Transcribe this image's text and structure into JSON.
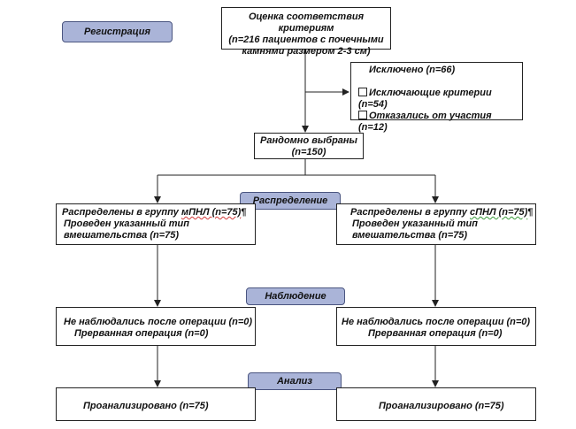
{
  "labels": {
    "registration": "Регистрация",
    "allocation": "Распределение",
    "follow_up": "Наблюдение",
    "analysis": "Анализ"
  },
  "screening": {
    "line1": "Оценка соответствия критериям",
    "line2": "(n=216 пациентов с почечными",
    "line3": "камнями размером 2-3 см)"
  },
  "excluded": {
    "title": "Исключено (n=66)",
    "item1": "Исключающие критерии (n=54)",
    "item2": "Отказались от участия (n=12)"
  },
  "randomized": {
    "line1": "Рандомно выбраны",
    "line2": "(n=150)"
  },
  "left_arm": {
    "alloc_prefix": "Распределены в группу ",
    "group": "мПНЛ (n=75)",
    "alloc_suffix": "¶",
    "line2": "Проведен указанный тип",
    "line3": "вмешательства (n=75)",
    "lost": "Не наблюдались после операции (n=0)",
    "discontinued": "Прерванная операция (n=0)",
    "analysed": "Проанализировано (n=75)"
  },
  "right_arm": {
    "alloc_prefix": "Распределены в группу ",
    "group": "сПНЛ (n=75)",
    "alloc_suffix": "¶",
    "line2": "Проведен указанный тип",
    "line3": "вмешательства (n=75)",
    "lost": "Не наблюдались после операции (n=0)",
    "discontinued": "Прерванная операция (n=0)",
    "analysed": "Проанализировано (n=75)"
  }
}
